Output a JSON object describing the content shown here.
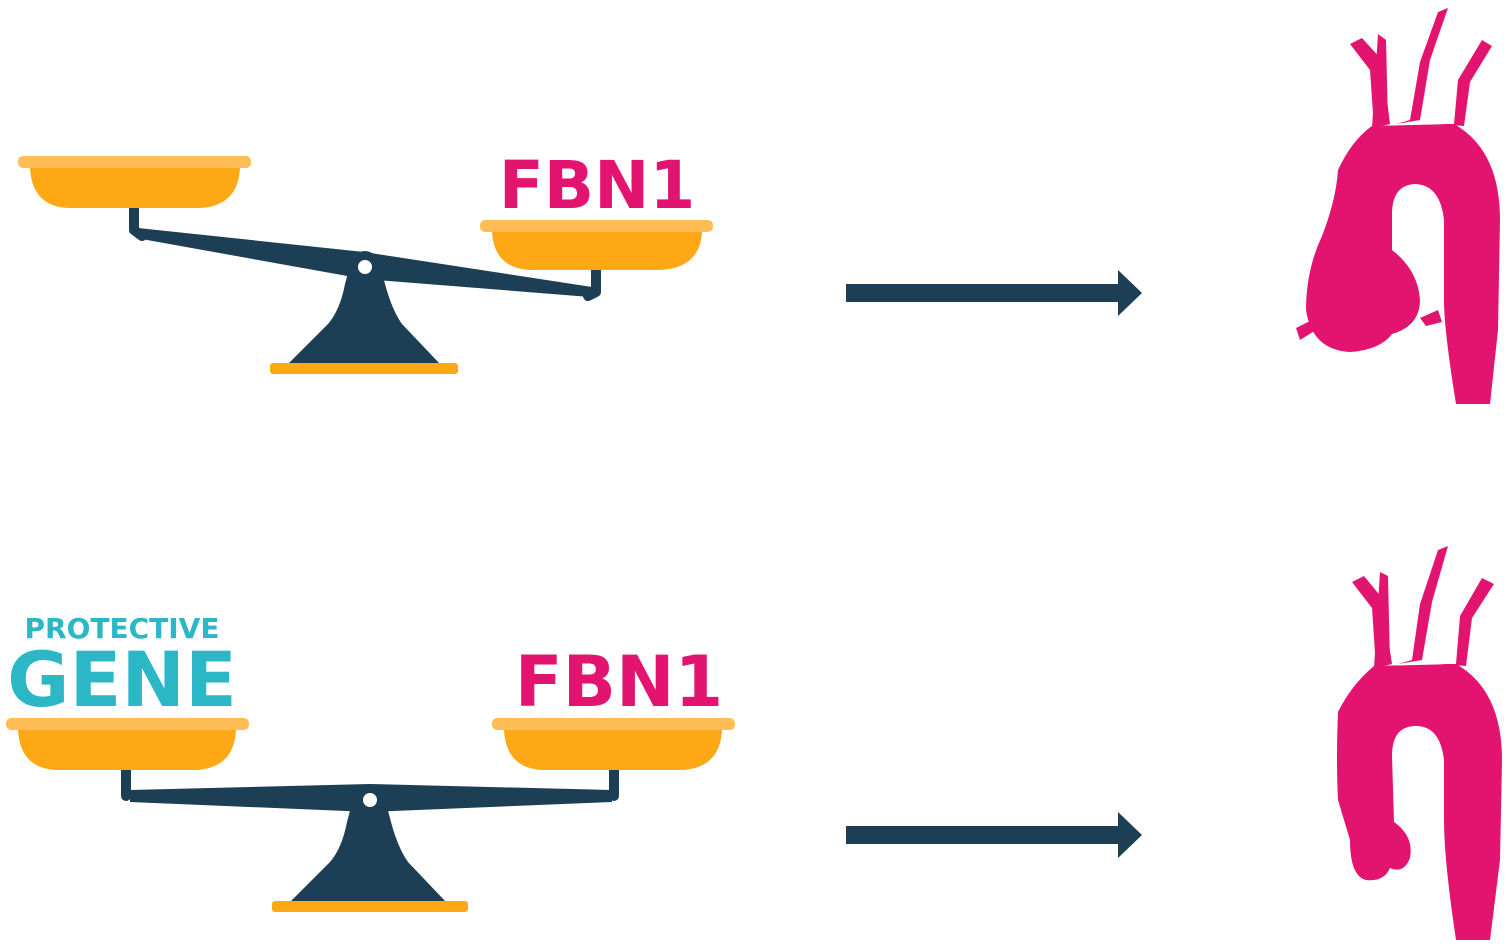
{
  "colors": {
    "pink": "#E3146F",
    "teal": "#2BB7C6",
    "navy": "#1C3F55",
    "pan": "#FFA816",
    "pan_rim": "#FFBE55",
    "white": "#FFFFFF"
  },
  "rows": [
    {
      "state": "imbalanced",
      "left_label": "",
      "right_label": "FBN1",
      "outcome": "dilated-aorta"
    },
    {
      "state": "balanced",
      "left_label_small": "PROTECTIVE",
      "left_label_big": "GENE",
      "right_label": "FBN1",
      "outcome": "normal-aorta"
    }
  ],
  "icons": {
    "balance": "balance-scale-icon",
    "arrow": "arrow-right-icon",
    "aorta": "aorta-icon"
  }
}
